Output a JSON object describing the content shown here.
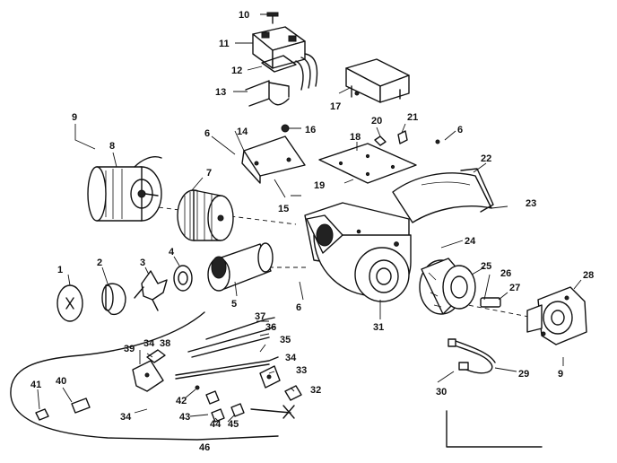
{
  "callouts": [
    {
      "id": "1",
      "text": "1"
    },
    {
      "id": "2",
      "text": "2"
    },
    {
      "id": "3",
      "text": "3"
    },
    {
      "id": "4",
      "text": "4"
    },
    {
      "id": "5",
      "text": "5"
    },
    {
      "id": "6a",
      "text": "6"
    },
    {
      "id": "6b",
      "text": "6"
    },
    {
      "id": "6c",
      "text": "6"
    },
    {
      "id": "7",
      "text": "7"
    },
    {
      "id": "8",
      "text": "8"
    },
    {
      "id": "9a",
      "text": "9"
    },
    {
      "id": "9b",
      "text": "9"
    },
    {
      "id": "10",
      "text": "10"
    },
    {
      "id": "11",
      "text": "11"
    },
    {
      "id": "12",
      "text": "12"
    },
    {
      "id": "13",
      "text": "13"
    },
    {
      "id": "14",
      "text": "14"
    },
    {
      "id": "15",
      "text": "15"
    },
    {
      "id": "16",
      "text": "16"
    },
    {
      "id": "17",
      "text": "17"
    },
    {
      "id": "18",
      "text": "18"
    },
    {
      "id": "19",
      "text": "19"
    },
    {
      "id": "20",
      "text": "20"
    },
    {
      "id": "21",
      "text": "21"
    },
    {
      "id": "22",
      "text": "22"
    },
    {
      "id": "23",
      "text": "23"
    },
    {
      "id": "24",
      "text": "24"
    },
    {
      "id": "25",
      "text": "25"
    },
    {
      "id": "26",
      "text": "26"
    },
    {
      "id": "27",
      "text": "27"
    },
    {
      "id": "28",
      "text": "28"
    },
    {
      "id": "29",
      "text": "29"
    },
    {
      "id": "30",
      "text": "30"
    },
    {
      "id": "31",
      "text": "31"
    },
    {
      "id": "32",
      "text": "32"
    },
    {
      "id": "33",
      "text": "33"
    },
    {
      "id": "34a",
      "text": "34"
    },
    {
      "id": "34b",
      "text": "34"
    },
    {
      "id": "34c",
      "text": "34"
    },
    {
      "id": "35",
      "text": "35"
    },
    {
      "id": "36",
      "text": "36"
    },
    {
      "id": "37",
      "text": "37"
    },
    {
      "id": "38",
      "text": "38"
    },
    {
      "id": "39",
      "text": "39"
    },
    {
      "id": "40",
      "text": "40"
    },
    {
      "id": "41",
      "text": "41"
    },
    {
      "id": "42",
      "text": "42"
    },
    {
      "id": "43",
      "text": "43"
    },
    {
      "id": "44",
      "text": "44"
    },
    {
      "id": "45",
      "text": "45"
    },
    {
      "id": "46",
      "text": "46"
    }
  ]
}
